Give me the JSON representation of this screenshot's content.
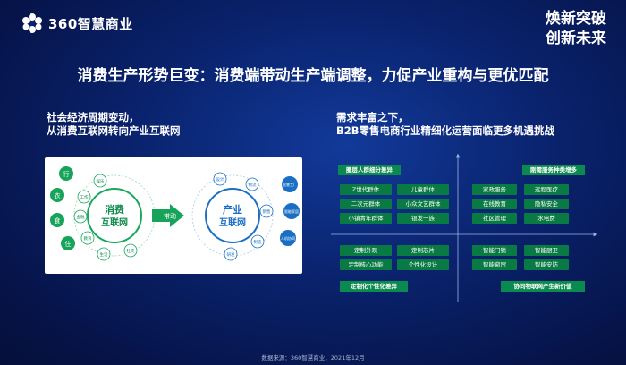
{
  "brand": {
    "name": "360智慧商业"
  },
  "slogan": {
    "line1": "焕新突破",
    "line2": "创新未来"
  },
  "title": "消费生产形势巨变：消费端带动生产端调整，力促产业重构与更优匹配",
  "left": {
    "subtitle_line1": "社会经济周期变动，",
    "subtitle_line2": "从消费互联网转向产业互联网",
    "consumer_label_1": "消费",
    "consumer_label_2": "互联网",
    "arrow_label": "带动",
    "industry_label_1": "产业",
    "industry_label_2": "互联网",
    "left_nodes": [
      "衣",
      "食",
      "住",
      "行"
    ],
    "left_small": [
      "娱乐",
      "工作",
      "金融",
      "教育",
      "生活",
      "社交"
    ],
    "right_small": [
      "设计",
      "物流",
      "销售",
      "制造",
      "研发"
    ],
    "right_nodes": [
      "智慧工厂",
      "智能家居",
      "人机协同"
    ]
  },
  "right": {
    "subtitle_line1": "需求丰富之下，",
    "subtitle_line2": "B2B零售电商行业精细化运营面临更多机遇挑战",
    "q1_header": "圈层人群细分差异",
    "q1_items": [
      "Z世代群体",
      "儿童群体",
      "二次元群体",
      "小众文艺群体",
      "小镇青年群体",
      "银发一族"
    ],
    "q2_header": "刚需服务种类增多",
    "q2_items": [
      "家政服务",
      "远程医疗",
      "在线教育",
      "隐私安全",
      "社区管理",
      "水电费"
    ],
    "q3_items": [
      "定制外观",
      "定制芯片",
      "定制核心功能",
      "个性化设计"
    ],
    "q3_footer": "定制化个性化差异",
    "q4_items": [
      "智能门锁",
      "智能厨卫",
      "智能窗帘",
      "智能安防"
    ],
    "q4_footer": "协同物联网产生新价值"
  },
  "source": "数据来源：360智慧商业，2021年12月",
  "colors": {
    "chip": "#0a7a45",
    "accent": "#1aa15a",
    "bg": "#0a2470"
  }
}
